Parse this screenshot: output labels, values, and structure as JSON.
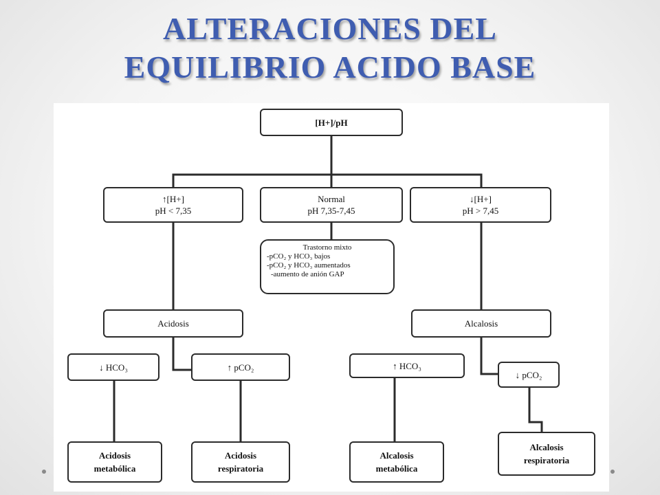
{
  "slide": {
    "title_line1": "ALTERACIONES DEL",
    "title_line2": "EQUILIBRIO ACIDO BASE"
  },
  "diagram": {
    "root": "[H+]/pH",
    "high": {
      "line1": "↑[H+]",
      "line2": "pH < 7,35"
    },
    "normal": {
      "line1": "Normal",
      "line2": "pH 7,35-7,45"
    },
    "low": {
      "line1": "↓[H+]",
      "line2": "pH > 7,45"
    },
    "mixed": {
      "title": "Trastorno mixto",
      "items": [
        "-pCO₂ y HCO₃ bajos",
        "-pCO₂ y HCO₃ aumentados",
        "-aumento de anión GAP"
      ]
    },
    "acidosis": "Acidosis",
    "alcalosis": "Alcalosis",
    "acid_hco3": "↓ HCO₃",
    "acid_pco2": "↑ pCO₂",
    "alk_hco3": "↑ HCO₃",
    "alk_pco2": "↓ pCO₂",
    "acid_metabolic": {
      "line1": "Acidosis",
      "line2": "metabólica"
    },
    "acid_respiratory": {
      "line1": "Acidosis",
      "line2": "respiratoria"
    },
    "alk_metabolic": {
      "line1": "Alcalosis",
      "line2": "metabólica"
    },
    "alk_respiratory": {
      "line1": "Alcalosis",
      "line2": "respiratoria"
    }
  },
  "colors": {
    "title": "#3f5db0",
    "line": "#2b2b2b"
  }
}
